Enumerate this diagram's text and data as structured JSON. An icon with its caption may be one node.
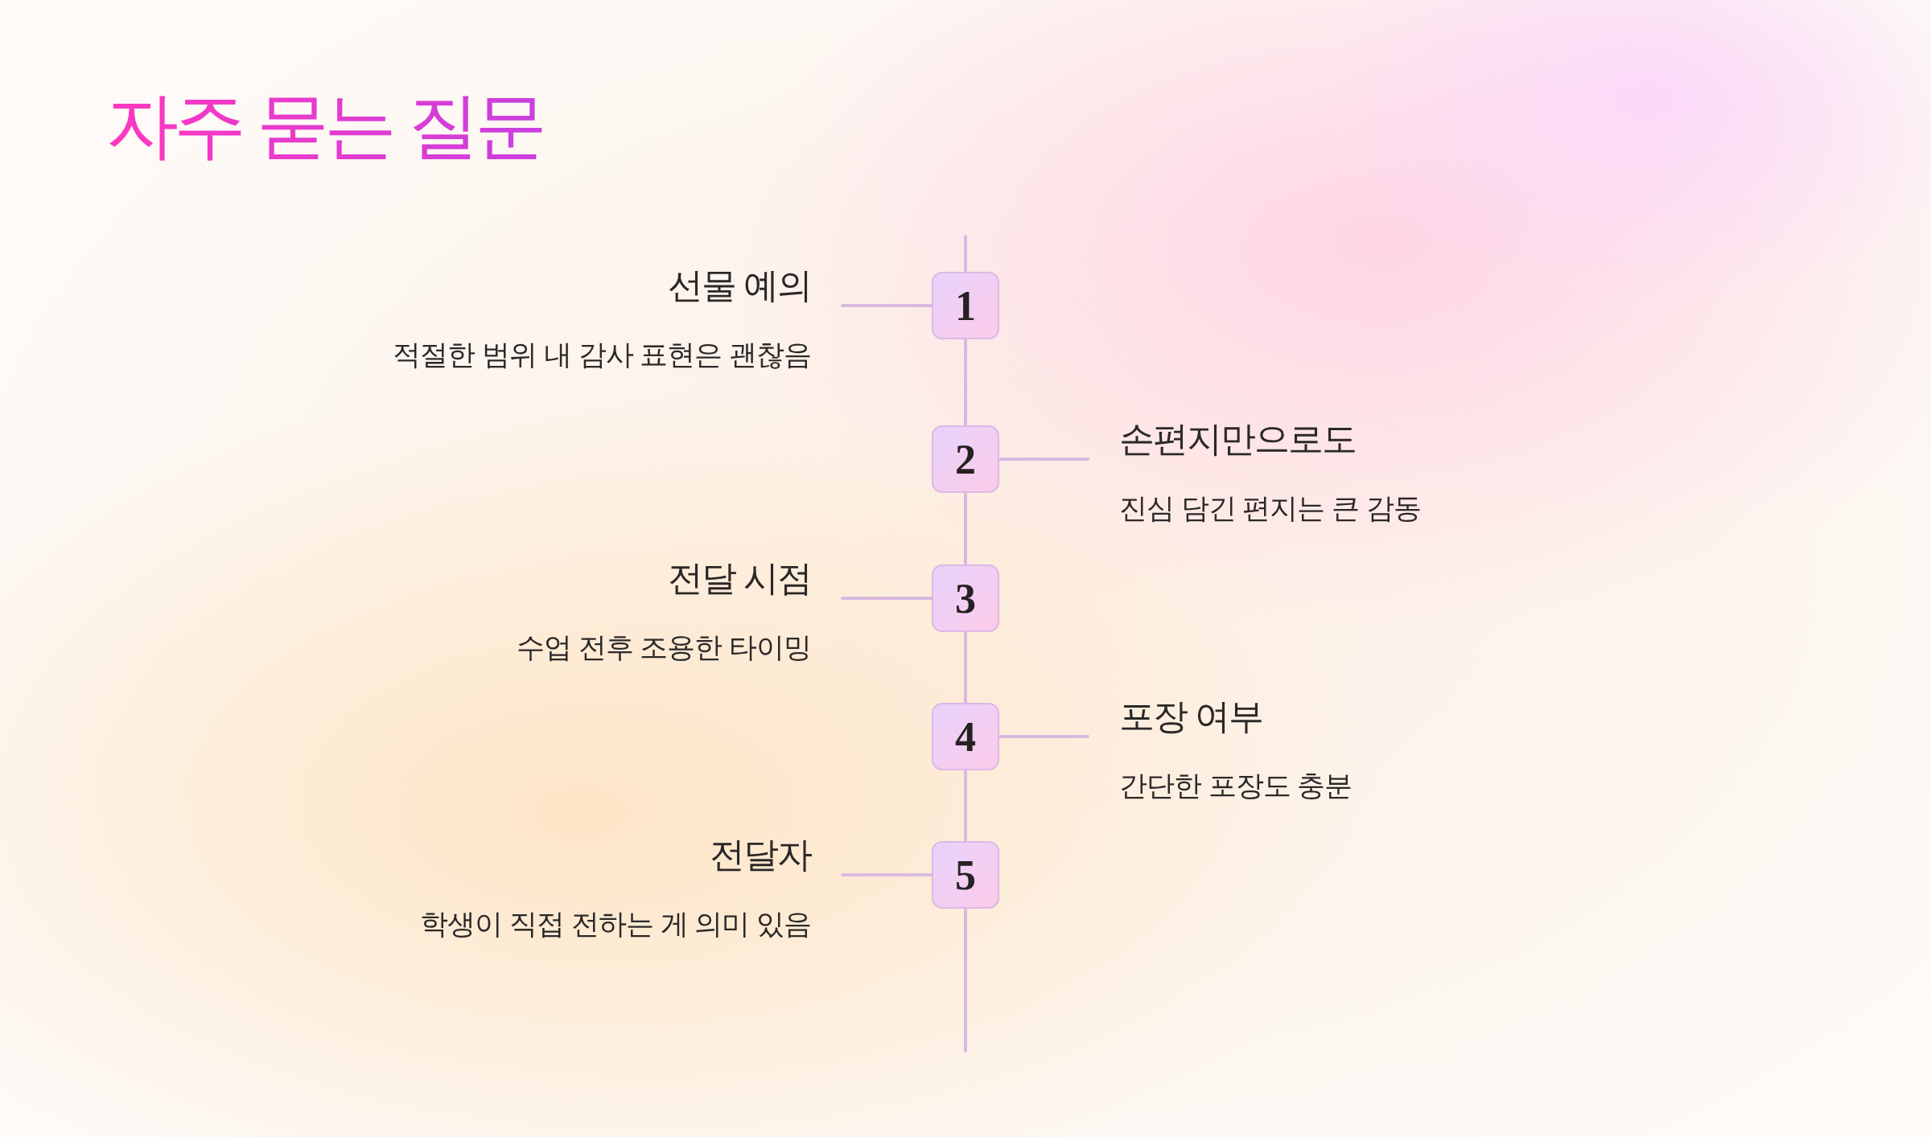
{
  "diagram": {
    "title": "자주 묻는 질문",
    "nodes": [
      {
        "text": [
          "선물 예의",
          "적절한 범위 내 감사 표현은 괜찮음"
        ]
      },
      {
        "text": [
          "1"
        ]
      },
      {
        "text": [
          "2"
        ]
      },
      {
        "text": [
          "손편지만으로도",
          "진심 담긴 편지는 큰 감동"
        ]
      },
      {
        "text": [
          "전달 시점",
          "수업 전후 조용한 타이밍"
        ]
      },
      {
        "text": [
          "3"
        ]
      },
      {
        "text": [
          "4"
        ]
      },
      {
        "text": [
          "포장 여부",
          "간단한 포장도 충분"
        ]
      },
      {
        "text": [
          "전달자",
          "학생이 직접 전하는 게 의미 있음"
        ]
      },
      {
        "text": [
          "5"
        ]
      }
    ],
    "edges": [
      {
        "from": null,
        "to": 1,
        "arrow": "none"
      },
      {
        "from": 0,
        "to": 1,
        "arrow": "none"
      },
      {
        "from": 1,
        "to": 2,
        "arrow": "none"
      },
      {
        "from": 2,
        "to": 3,
        "arrow": "none"
      },
      {
        "from": 2,
        "to": 5,
        "arrow": "none"
      },
      {
        "from": 4,
        "to": 5,
        "arrow": "none"
      },
      {
        "from": 5,
        "to": 6,
        "arrow": "none"
      },
      {
        "from": 6,
        "to": 7,
        "arrow": "none"
      },
      {
        "from": 6,
        "to": 9,
        "arrow": "none"
      },
      {
        "from": 8,
        "to": 9,
        "arrow": "none"
      },
      {
        "from": 9,
        "to": null,
        "arrow": "none"
      }
    ]
  }
}
